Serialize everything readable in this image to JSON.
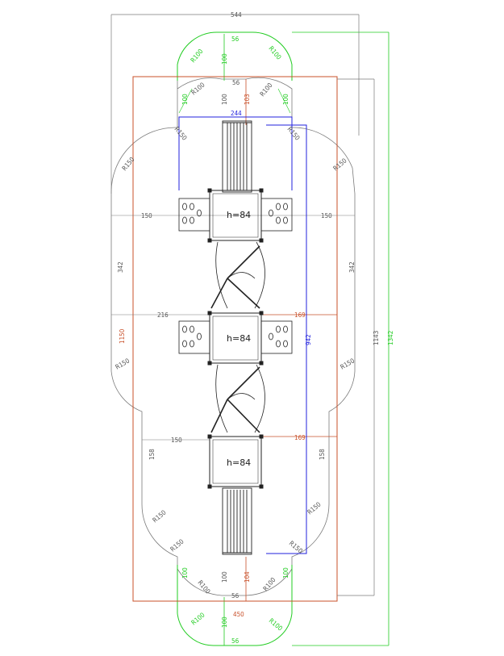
{
  "colors": {
    "outline": "#7a7a7a",
    "safety_zone": "#22cc22",
    "footprint": "#c8502a",
    "stair_width": "#2222dd",
    "structure": "#222222",
    "background": "#ffffff"
  },
  "dimensions": {
    "overall_width": "544",
    "safety_length": "1342",
    "outline_length": "1143",
    "footprint_length": "1150",
    "stair_span": "942",
    "stair_width": "244",
    "side_left_upper": "342",
    "side_right_upper": "342",
    "side_left_lower": "158",
    "side_right_lower": "158",
    "platform1_left": "150",
    "platform1_right": "150",
    "platform2_left": "216",
    "platform3_left": "150",
    "offset_top": "169",
    "offset_bottom": "169",
    "top_gap": "56",
    "top_gap2": "56",
    "bottom_gap": "56",
    "bottom_gap2": "56",
    "top_width_label": "100",
    "top_clearance": "100",
    "top_red": "103",
    "bottom_clearance": "100",
    "bottom_width_label": "100",
    "bottom_red": "104",
    "bottom_footprint": "450",
    "green_left_top": "100",
    "green_right_top": "100",
    "green_left_bottom": "100",
    "green_right_bottom": "100"
  },
  "radii": {
    "r100_tl": "R100",
    "r100_tr": "R100",
    "r100_tl2": "R100",
    "r100_tr2": "R100",
    "r100_bl": "R100",
    "r100_br": "R100",
    "r100_bl2": "R100",
    "r100_br2": "R100",
    "r150_a": "R150",
    "r150_b": "R150",
    "r150_c": "R150",
    "r150_d": "R150",
    "r150_e": "R150",
    "r150_f": "R150",
    "r150_g": "R150",
    "r150_h": "R150",
    "r150_i": "R150",
    "r150_j": "R150"
  },
  "platforms": [
    {
      "label": "h=84"
    },
    {
      "label": "h=84"
    },
    {
      "label": "h=84"
    }
  ]
}
